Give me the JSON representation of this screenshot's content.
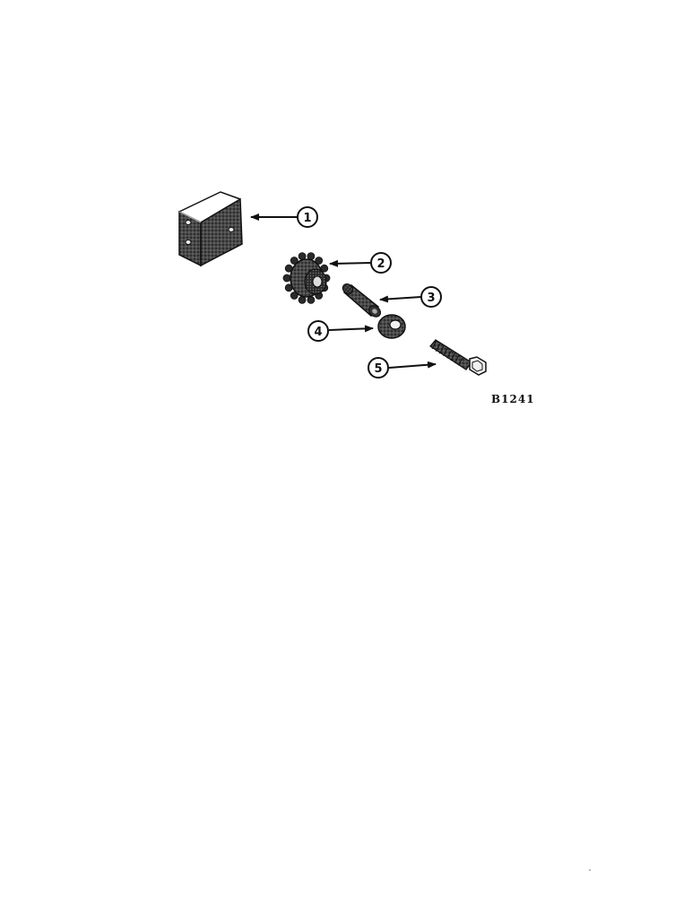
{
  "callouts": [
    {
      "number": "1",
      "part": "bracket"
    },
    {
      "number": "2",
      "part": "sprocket"
    },
    {
      "number": "3",
      "part": "spacer-sleeve"
    },
    {
      "number": "4",
      "part": "washer"
    },
    {
      "number": "5",
      "part": "hex-bolt"
    }
  ],
  "figure_code": "B1241",
  "colors": {
    "ink": "#111111",
    "paper": "#ffffff"
  }
}
